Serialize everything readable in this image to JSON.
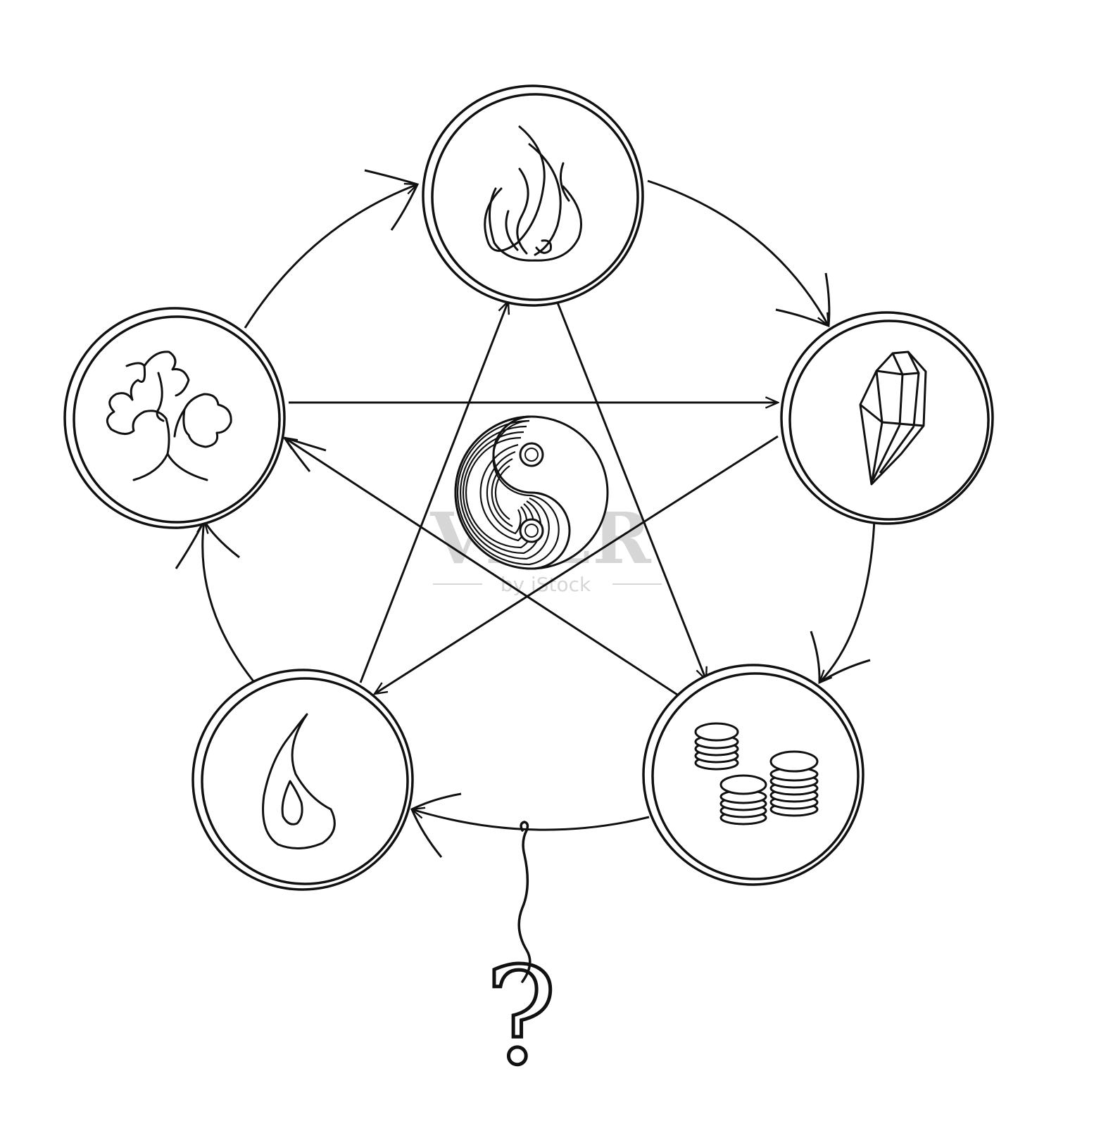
{
  "nodes": [
    {
      "id": "fire",
      "icon": "flame-icon"
    },
    {
      "id": "earth",
      "icon": "crystal-icon"
    },
    {
      "id": "metal",
      "icon": "coins-icon"
    },
    {
      "id": "water",
      "icon": "water-drop-icon"
    },
    {
      "id": "wood",
      "icon": "tree-icon"
    }
  ],
  "center": {
    "icon": "yin-yang-icon"
  },
  "generating_cycle": [
    [
      "wood",
      "fire"
    ],
    [
      "fire",
      "earth"
    ],
    [
      "earth",
      "metal"
    ],
    [
      "metal",
      "water"
    ],
    [
      "water",
      "wood"
    ]
  ],
  "controlling_cycle": [
    [
      "fire",
      "metal"
    ],
    [
      "metal",
      "wood"
    ],
    [
      "wood",
      "earth"
    ],
    [
      "earth",
      "water"
    ],
    [
      "water",
      "fire"
    ]
  ],
  "question_mark": "?",
  "watermark": {
    "brand": "VEER",
    "sub": "by iStock",
    "color": "#c8c8c8"
  },
  "colors": {
    "line": "#111111",
    "background": "#ffffff"
  }
}
